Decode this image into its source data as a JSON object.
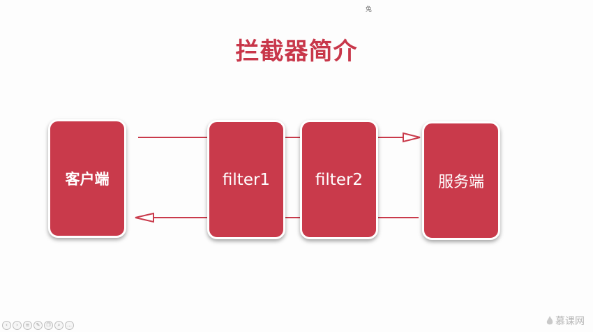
{
  "slide": {
    "top_marker": "兔",
    "title": "拦截器简介"
  },
  "diagram": {
    "nodes": [
      {
        "id": "client",
        "label": "客户端"
      },
      {
        "id": "filter1",
        "label": "filter1"
      },
      {
        "id": "filter2",
        "label": "filter2"
      },
      {
        "id": "server",
        "label": "服务端"
      }
    ],
    "edges": [
      {
        "from": "client",
        "to": "server",
        "direction": "request",
        "arrowhead": "at-server"
      },
      {
        "from": "server",
        "to": "client",
        "direction": "response",
        "arrowhead": "at-client"
      }
    ]
  },
  "controls": {
    "buttons": [
      {
        "name": "prev-slide",
        "glyph": "‹"
      },
      {
        "name": "next-slide",
        "glyph": "›"
      },
      {
        "name": "menu",
        "glyph": "≡"
      },
      {
        "name": "pen",
        "glyph": "✎"
      },
      {
        "name": "copy",
        "glyph": "❐"
      },
      {
        "name": "zoom",
        "glyph": "⌕"
      },
      {
        "name": "more",
        "glyph": "…"
      }
    ]
  },
  "watermark": {
    "text": "慕课网"
  },
  "colors": {
    "accent": "#c93a4b",
    "title": "#c8374a",
    "arrow": "#c93a4b"
  }
}
